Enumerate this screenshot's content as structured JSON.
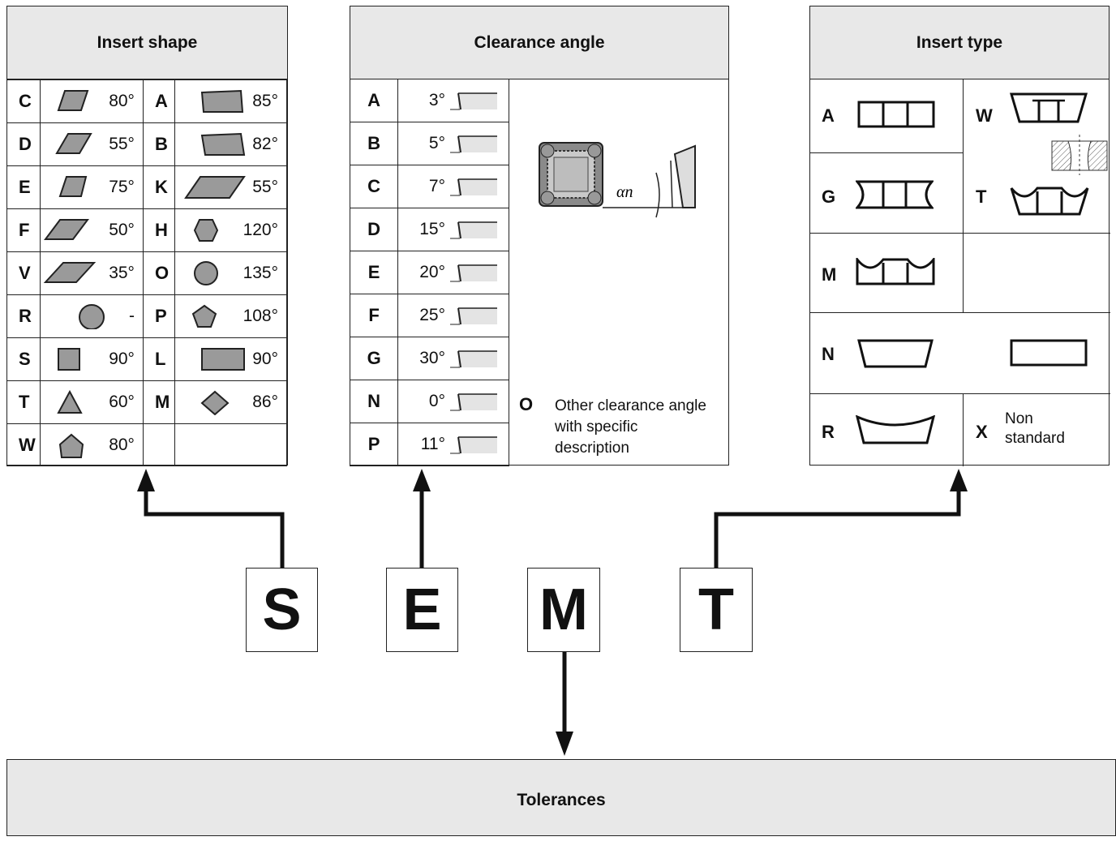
{
  "panels": {
    "insert_shape": {
      "title": "Insert shape"
    },
    "clearance_angle": {
      "title": "Clearance angle"
    },
    "insert_type": {
      "title": "Insert type"
    },
    "tolerances": {
      "title": "Tolerances"
    }
  },
  "insert_shape_rows": [
    {
      "l1": "C",
      "a1": "80°",
      "l2": "A",
      "a2": "85°"
    },
    {
      "l1": "D",
      "a1": "55°",
      "l2": "B",
      "a2": "82°"
    },
    {
      "l1": "E",
      "a1": "75°",
      "l2": "K",
      "a2": "55°"
    },
    {
      "l1": "F",
      "a1": "50°",
      "l2": "H",
      "a2": "120°"
    },
    {
      "l1": "V",
      "a1": "35°",
      "l2": "O",
      "a2": "135°"
    },
    {
      "l1": "R",
      "a1": "-",
      "l2": "P",
      "a2": "108°"
    },
    {
      "l1": "S",
      "a1": "90°",
      "l2": "L",
      "a2": "90°"
    },
    {
      "l1": "T",
      "a1": "60°",
      "l2": "M",
      "a2": "86°"
    },
    {
      "l1": "W",
      "a1": "80°",
      "l2": "",
      "a2": ""
    }
  ],
  "clearance_rows": [
    {
      "l": "A",
      "a": "3°"
    },
    {
      "l": "B",
      "a": "5°"
    },
    {
      "l": "C",
      "a": "7°"
    },
    {
      "l": "D",
      "a": "15°"
    },
    {
      "l": "E",
      "a": "20°"
    },
    {
      "l": "F",
      "a": "25°"
    },
    {
      "l": "G",
      "a": "30°"
    },
    {
      "l": "N",
      "a": "0°"
    },
    {
      "l": "P",
      "a": "11°"
    }
  ],
  "clearance_other": {
    "letter": "O",
    "text": "Other clearance angle with specific description",
    "symbol": "αn"
  },
  "insert_type": {
    "a": "A",
    "w": "W",
    "g": "G",
    "t": "T",
    "m": "M",
    "n": "N",
    "r": "R",
    "x": "X",
    "x_text": "Non standard"
  },
  "code_letters": [
    "S",
    "E",
    "M",
    "T"
  ]
}
